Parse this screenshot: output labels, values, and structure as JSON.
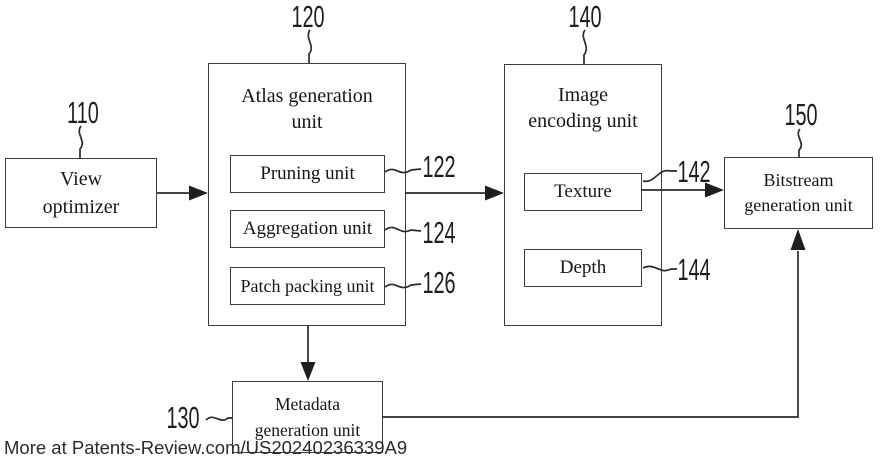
{
  "colors": {
    "background": "#ffffff",
    "line": "#2a2a2a",
    "text": "#161616",
    "watermark_text": "#2c2c2c"
  },
  "blocks": {
    "view_optimizer": {
      "ref": "110",
      "lines": [
        "View",
        "optimizer"
      ]
    },
    "atlas_generation": {
      "ref": "120",
      "lines": [
        "Atlas generation",
        "unit"
      ]
    },
    "pruning": {
      "ref": "122",
      "label": "Pruning unit"
    },
    "aggregation": {
      "ref": "124",
      "label": "Aggregation unit"
    },
    "patch_packing": {
      "ref": "126",
      "label": "Patch packing unit"
    },
    "image_encoding": {
      "ref": "140",
      "lines": [
        "Image",
        "encoding unit"
      ]
    },
    "texture": {
      "ref": "142",
      "label": "Texture"
    },
    "depth": {
      "ref": "144",
      "label": "Depth"
    },
    "bitstream_generation": {
      "ref": "150",
      "lines": [
        "Bitstream",
        "generation unit"
      ]
    },
    "metadata_generation": {
      "ref": "130",
      "lines": [
        "Metadata",
        "generation unit"
      ]
    }
  },
  "connections": [
    {
      "from": "view_optimizer",
      "to": "atlas_generation",
      "type": "arrow"
    },
    {
      "from": "atlas_generation",
      "to": "image_encoding",
      "type": "arrow"
    },
    {
      "from": "image_encoding",
      "to": "bitstream_generation",
      "type": "arrow"
    },
    {
      "from": "atlas_generation",
      "to": "metadata_generation",
      "type": "arrow"
    },
    {
      "from": "metadata_generation",
      "to": "bitstream_generation",
      "type": "arrow"
    }
  ],
  "watermark": "More at Patents-Review.com/US20240236339A9"
}
